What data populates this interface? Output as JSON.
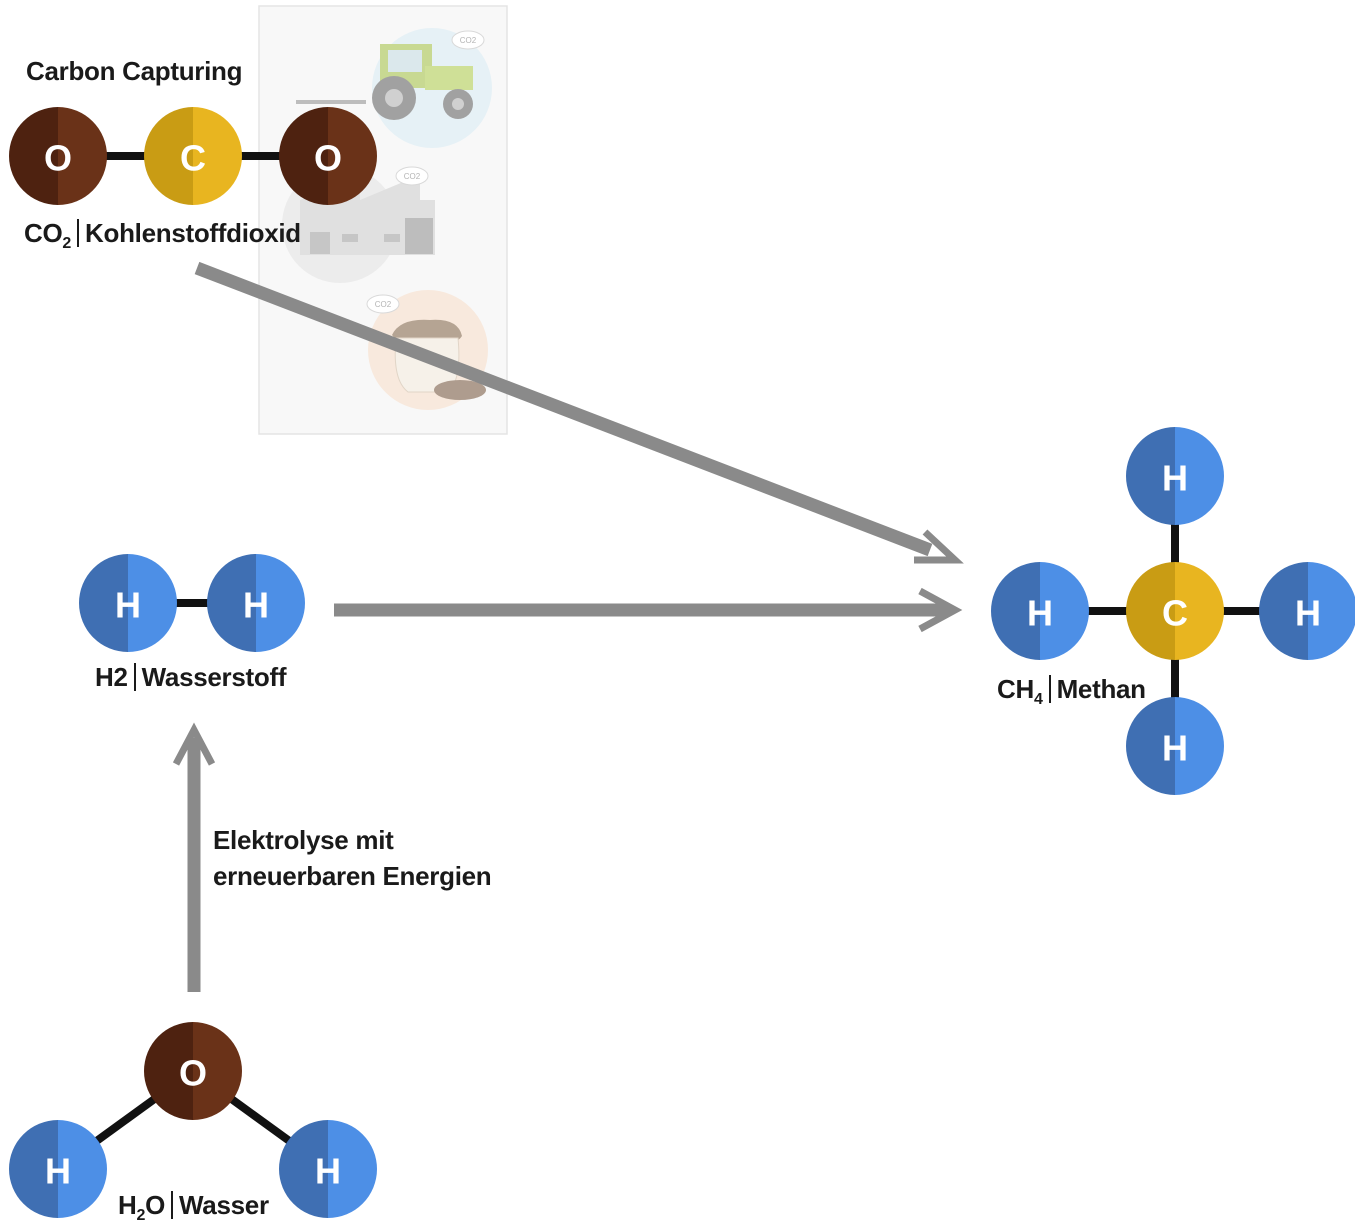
{
  "title": "Carbon Capturing",
  "co2": {
    "formula_main": "CO",
    "formula_sub": "2",
    "name": "Kohlenstoffdioxid",
    "atoms": [
      "O",
      "C",
      "O"
    ]
  },
  "h2": {
    "formula": "H2",
    "name": "Wasserstoff",
    "atoms": [
      "H",
      "H"
    ]
  },
  "ch4": {
    "formula_main": "CH",
    "formula_sub": "4",
    "name": "Methan",
    "atoms": [
      "H",
      "H",
      "C",
      "H",
      "H"
    ]
  },
  "h2o": {
    "formula_main": "H",
    "formula_sub": "2",
    "formula_end": "O",
    "name": "Wasser",
    "atoms": [
      "O",
      "H",
      "H"
    ]
  },
  "electrolysis": {
    "line1": "Elektrolyse mit",
    "line2": "erneuerbaren Energien"
  },
  "colors": {
    "oxygen": "#6a3218",
    "carbon": "#e8b520",
    "hydrogen": "#4d8fe6",
    "arrow": "#8a8a8a",
    "bond": "#111111"
  },
  "illustration_icons": [
    "tractor-icon",
    "factory-icon",
    "compost-bag-icon"
  ],
  "cloud_label": "CO2"
}
